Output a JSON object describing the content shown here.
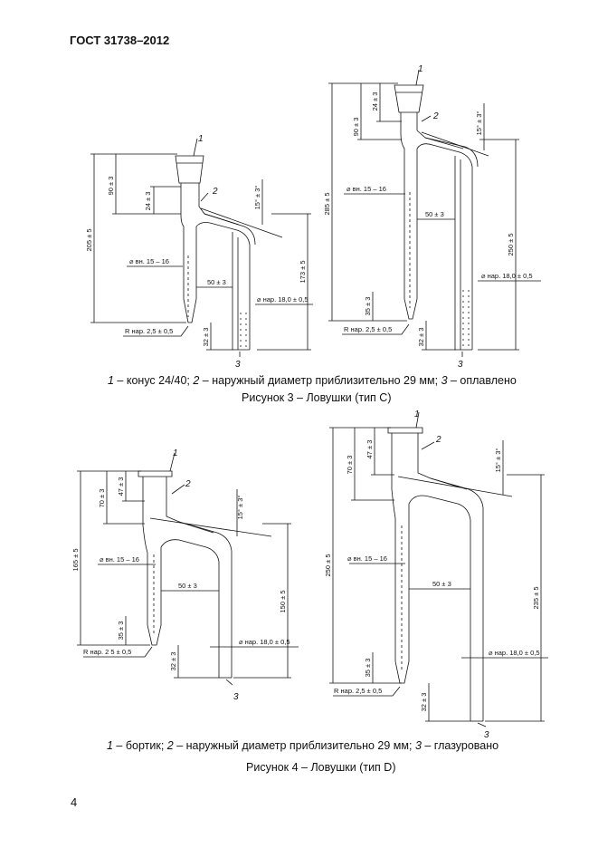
{
  "header": {
    "standard": "ГОСТ 31738–2012"
  },
  "figure3": {
    "caption_parts": [
      "1",
      " – конус 24/40; ",
      "2",
      " – наружный диаметр приблизительно 29 мм; ",
      "3",
      " – оплавлено"
    ],
    "title": "Рисунок 3 – Ловушки (тип С)",
    "left_labels": {
      "n1": "1",
      "n2": "2",
      "n3": "3",
      "d205": "205 ± 5",
      "d90": "90 ± 3",
      "d24": "24 ± 3",
      "angle": "15° ± 3°",
      "inner": "⌀ вн. 15 – 16",
      "d50": "50 ± 3",
      "d173": "173 ± 5",
      "outer": "⌀ нар. 18,0 ± 0,5",
      "radius": "R нар. 2,5 ± 0,5",
      "d32": "32 ± 3"
    },
    "right_labels": {
      "n1": "1",
      "n2": "2",
      "n3": "3",
      "d285": "285 ± 5",
      "d90": "90 ± 3",
      "d24": "24 ± 3",
      "angle": "15° ± 3°",
      "inner": "⌀ вн. 15 – 16",
      "d50": "50 ± 3",
      "d250": "250 ± 5",
      "outer": "⌀ нар. 18,0 ± 0,5",
      "d35": "35 ± 3",
      "radius": "R нар. 2,5 ± 0,5",
      "d32": "32 ± 3"
    }
  },
  "figure4": {
    "caption_parts": [
      "1",
      " – бортик; ",
      "2",
      " – наружный диаметр приблизительно 29 мм; ",
      "3",
      " – глазуровано"
    ],
    "title": "Рисунок 4 – Ловушки (тип D)",
    "left_labels": {
      "n1": "1",
      "n2": "2",
      "n3": "3",
      "d165": "165 ± 5",
      "d70": "70 ± 3",
      "d47": "47 ± 3",
      "angle": "15° ± 3°",
      "inner": "⌀ вн. 15 – 16",
      "d50": "50 ± 3",
      "d150": "150 ± 5",
      "d35": "35 ± 3",
      "outer": "⌀ нар. 18,0 ± 0,5",
      "radius": "R нар. 2 5 ± 0,5",
      "d32": "32 ± 3"
    },
    "right_labels": {
      "n1": "1",
      "n2": "2",
      "n3": "3",
      "d250": "250 ± 5",
      "d70": "70 ± 3",
      "d47": "47 ± 3",
      "angle": "15° ± 3°",
      "inner": "⌀ вн. 15 – 16",
      "d50": "50 ± 3",
      "d235": "235 ± 5",
      "d35": "35 ± 3",
      "outer": "⌀ нар. 18,0 ± 0,5",
      "radius": "R нар. 2,5 ± 0,5",
      "d32": "32 ± 3"
    }
  },
  "page_number": "4"
}
